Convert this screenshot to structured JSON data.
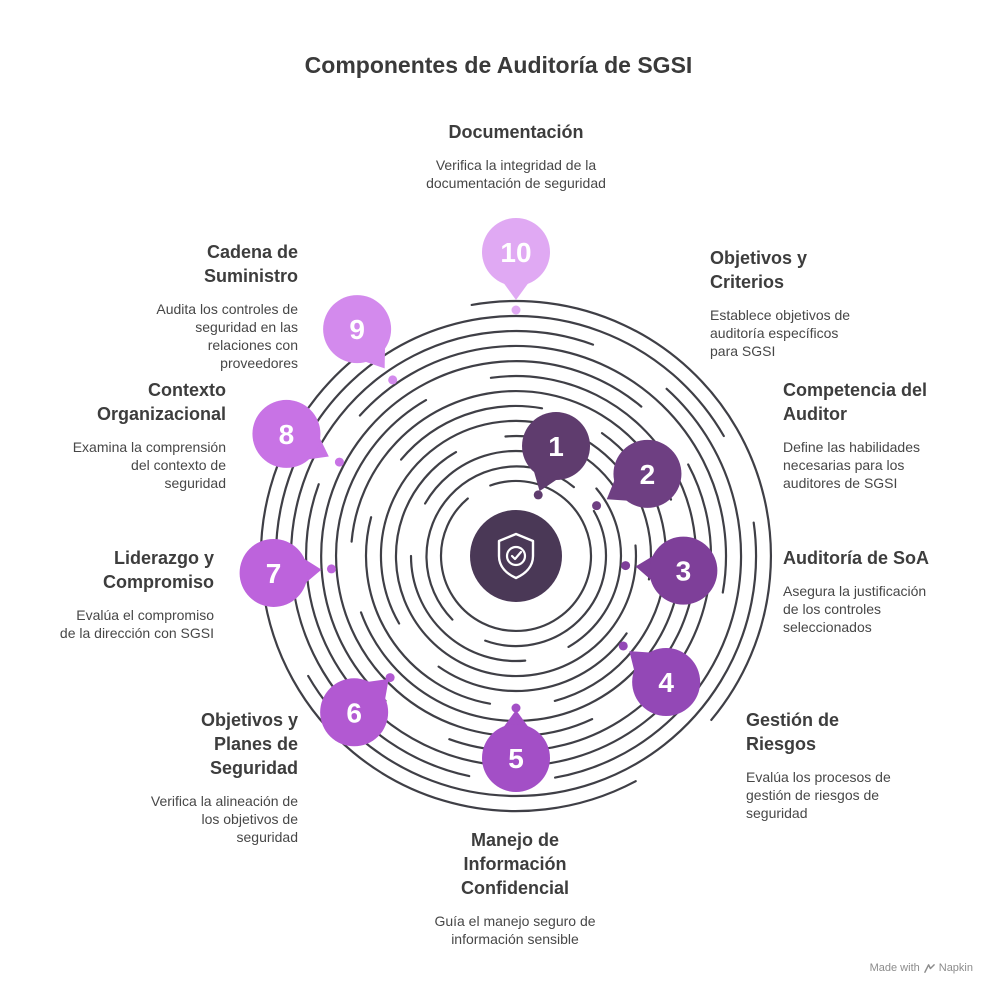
{
  "title": "Componentes de Auditoría de SGSI",
  "center_icon": "shield-check-icon",
  "colors": {
    "ring": "#3f3f46",
    "center": "#4a3856",
    "node1": "#5f3c6e",
    "node2": "#6e3f82",
    "node3": "#7e3f99",
    "node4": "#9348b6",
    "node5": "#a34fc6",
    "node6": "#b259d2",
    "node7": "#bd63dc",
    "node8": "#c873e5",
    "node9": "#d38aed",
    "node10": "#e0a9f3"
  },
  "components": [
    {
      "number": "1",
      "title": "Objetivos y\nCriterios",
      "description": "Establece objetivos de\nauditoría específicos\npara SGSI"
    },
    {
      "number": "2",
      "title": "Competencia del\nAuditor",
      "description": "Define las habilidades\nnecesarias para los\nauditores de SGSI"
    },
    {
      "number": "3",
      "title": "Auditoría de SoA",
      "description": "Asegura la justificación\nde los controles\nseleccionados"
    },
    {
      "number": "4",
      "title": "Gestión de\nRiesgos",
      "description": "Evalúa los procesos de\ngestión de riesgos de\nseguridad"
    },
    {
      "number": "5",
      "title": "Manejo de\nInformación\nConfidencial",
      "description": "Guía el manejo seguro de\ninformación sensible"
    },
    {
      "number": "6",
      "title": "Objetivos y\nPlanes de\nSeguridad",
      "description": "Verifica la alineación de\nlos objetivos de\nseguridad"
    },
    {
      "number": "7",
      "title": "Liderazgo y\nCompromiso",
      "description": "Evalúa el compromiso\nde la dirección con SGSI"
    },
    {
      "number": "8",
      "title": "Contexto\nOrganizacional",
      "description": "Examina la comprensión\ndel contexto de\nseguridad"
    },
    {
      "number": "9",
      "title": "Cadena de\nSuministro",
      "description": "Audita los controles de\nseguridad en las\nrelaciones con\nproveedores"
    },
    {
      "number": "10",
      "title": "Documentación",
      "description": "Verifica la integridad de la\ndocumentación de seguridad"
    }
  ],
  "footer": {
    "made_with": "Made with",
    "brand": "Napkin",
    "brand_icon": "napkin-logo-icon"
  }
}
